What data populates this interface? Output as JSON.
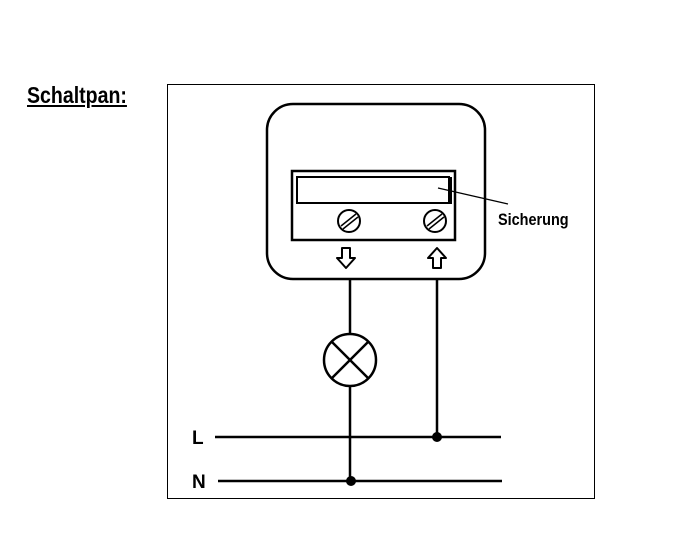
{
  "title": "Schaltpan:",
  "labels": {
    "fuse": "Sicherung",
    "line": "L",
    "neutral": "N"
  }
}
